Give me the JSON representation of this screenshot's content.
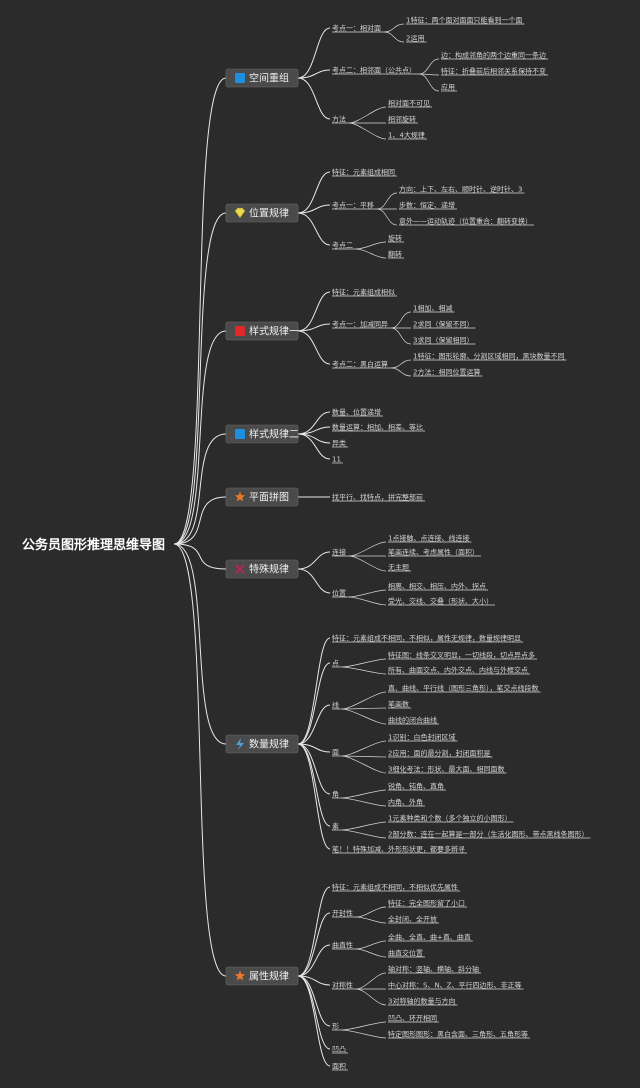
{
  "title": "公务员图形推理思维导图",
  "colors": {
    "background": "#2b2b2b",
    "branch_box": "#4a4a4a",
    "line": "#e8e8e8"
  },
  "branches": [
    {
      "label": "空间重组",
      "icon": "blue-square-icon",
      "icon_color": "#1e8fe0",
      "children": [
        {
          "label": "考点一：相对面",
          "children": [
            "1特征：两个面对面面只能看到一个面",
            "2运用"
          ]
        },
        {
          "label": "考点二：相邻面（公共点）",
          "children": [
            "边：构成邻角的两个边重同一条边",
            "特征：折叠前后相邻关系保持不变",
            "应用"
          ]
        },
        {
          "label": "方法",
          "children": [
            "相对面不可见",
            "相邻旋转",
            "1、4大规律"
          ]
        }
      ]
    },
    {
      "label": "位置规律",
      "icon": "gem-icon",
      "icon_color": "#e8d84a",
      "children": [
        {
          "label": "特征：元素组成相同",
          "children": []
        },
        {
          "label": "考点一：平移",
          "children": [
            "方向：上下、左右、顺时针、逆时针、3",
            "步数：恒定、递增",
            "意外——运动轨迹（位置重合：翻转变换）"
          ]
        },
        {
          "label": "考点二",
          "children": [
            "旋转",
            "翻转"
          ]
        }
      ]
    },
    {
      "label": "样式规律一",
      "icon": "red-square-icon",
      "icon_color": "#e02828",
      "children": [
        {
          "label": "特征：元素组成相似",
          "children": []
        },
        {
          "label": "考点一：加减同异",
          "children": [
            "1相加、相减",
            "2求同（保留不同）",
            "3求同（保留相同）"
          ]
        },
        {
          "label": "考点二：黑白运算",
          "children": [
            "1特征：图形轮廓、分割区域相同，黑块数量不同",
            "2方法：相同位置运算"
          ]
        }
      ]
    },
    {
      "label": "样式规律二",
      "icon": "blue-square-icon",
      "icon_color": "#1e8fe0",
      "children": [
        {
          "label": "数量、位置递增",
          "children": []
        },
        {
          "label": "数量运算：相加、相差、等比",
          "children": []
        },
        {
          "label": "异类",
          "children": []
        },
        {
          "label": "11",
          "children": []
        }
      ]
    },
    {
      "label": "平面拼图",
      "icon": "star-icon",
      "icon_color": "#e8792a",
      "children": [
        {
          "label": "找平行、找特点，拼完整部前",
          "children": []
        }
      ]
    },
    {
      "label": "特殊规律",
      "icon": "x-icon",
      "icon_color": "#b02a4a",
      "children": [
        {
          "label": "连接",
          "children": [
            "1点接触、点连接、线连接",
            "笔画连续、考虑属性（面积）",
            "无主题"
          ]
        },
        {
          "label": "位置",
          "children": [
            "相离、相交、相压、内外、拐点",
            "受光、交线、交叠（形状、大小）"
          ]
        }
      ]
    },
    {
      "label": "数量规律",
      "icon": "lightning-icon",
      "icon_color": "#4aa0d8",
      "children": [
        {
          "label": "特征：元素组成不相同，不相似，属性无规律，数量规律明显",
          "children": []
        },
        {
          "label": "点",
          "children": [
            "特征图：线条交叉明显，一切线段，切点异点多",
            "所有、曲面交点、内外交点、内线与外框交点"
          ]
        },
        {
          "label": "线",
          "children": [
            "直、曲线、平行线（图形三角形），笔交点线段数",
            "笔画数",
            "曲线的闭合曲线"
          ]
        },
        {
          "label": "面",
          "children": [
            "1识别：白色封闭区域",
            "2应用：面的最分割，封闭面积是",
            "3细化考法：形状、最大面、相同面数"
          ]
        },
        {
          "label": "角",
          "children": [
            "锐角、钝角、直角",
            "内角、外角"
          ]
        },
        {
          "label": "素",
          "children": [
            "1元素种类和个数（多个独立的小图形）",
            "2部分数：连在一起算是一部分（生活化图形、带点黑线条图形）"
          ]
        },
        {
          "label": "笔！！特殊加减、外形形状更，都要多辨寻",
          "children": []
        }
      ]
    },
    {
      "label": "属性规律",
      "icon": "star-icon",
      "icon_color": "#e8792a",
      "children": [
        {
          "label": "特征：元素组成不相同，不相似优先属性",
          "children": []
        },
        {
          "label": "开封性",
          "children": [
            "特征：完全图形留了小口",
            "全封闭、全开放"
          ]
        },
        {
          "label": "曲直性",
          "children": [
            "全曲、全直、曲+直、曲直",
            "曲直交位置"
          ]
        },
        {
          "label": "对称性",
          "children": [
            "轴对称：竖轴、横轴、斜分轴",
            "中心对称：S、N、Z、平行四边形、非正等",
            "3对称轴的数量与方向"
          ]
        },
        {
          "label": "形",
          "children": [
            "凹凸、环开相同",
            "特定图形图形：黑白含面、三角形、五角形等"
          ]
        },
        {
          "label": "凹凸",
          "children": []
        },
        {
          "label": "面积",
          "children": []
        }
      ]
    }
  ]
}
